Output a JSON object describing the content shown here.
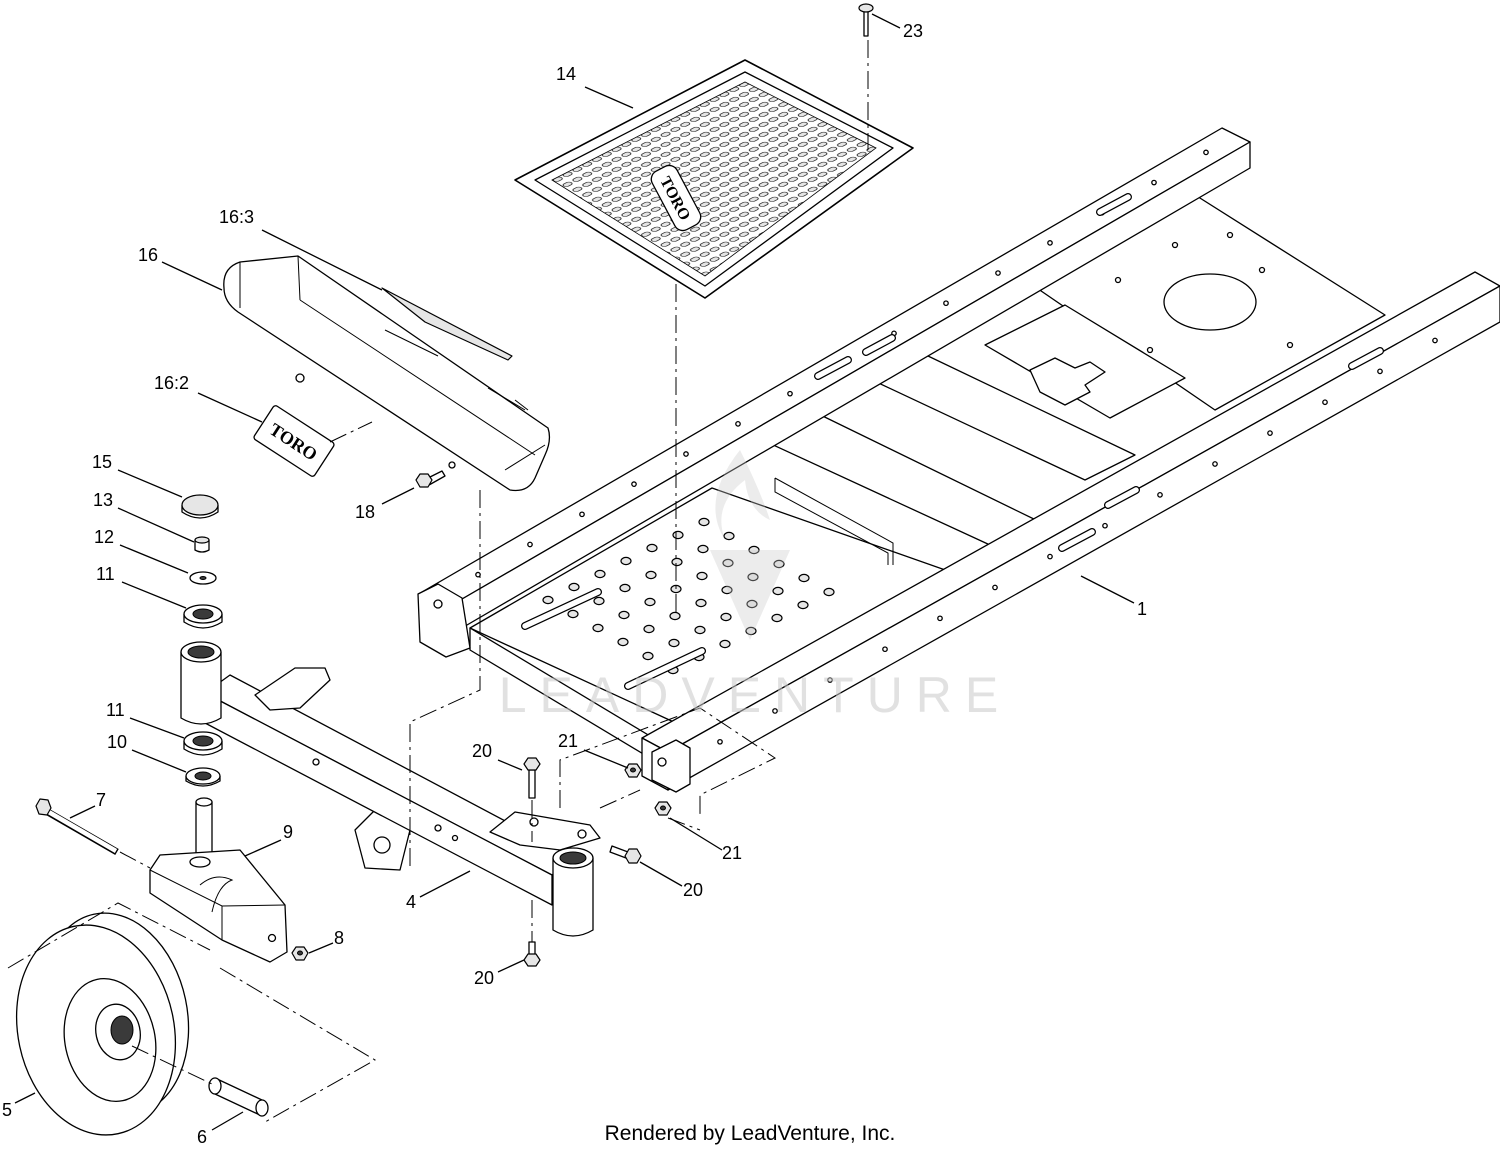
{
  "callouts": [
    "23",
    "14",
    "16:3",
    "16",
    "16:2",
    "15",
    "13",
    "12",
    "11",
    "11",
    "10",
    "7",
    "9",
    "18",
    "1",
    "20",
    "21",
    "21",
    "20",
    "4",
    "8",
    "20",
    "5",
    "6"
  ],
  "logos": {
    "mat_logo": "TORO",
    "decal_logo": "TORO"
  },
  "watermark": "LEADVENTURE",
  "footer": "Rendered by LeadVenture, Inc.",
  "colors": {
    "line": "#000000",
    "background": "#ffffff",
    "watermark": "#c8c8c8"
  }
}
